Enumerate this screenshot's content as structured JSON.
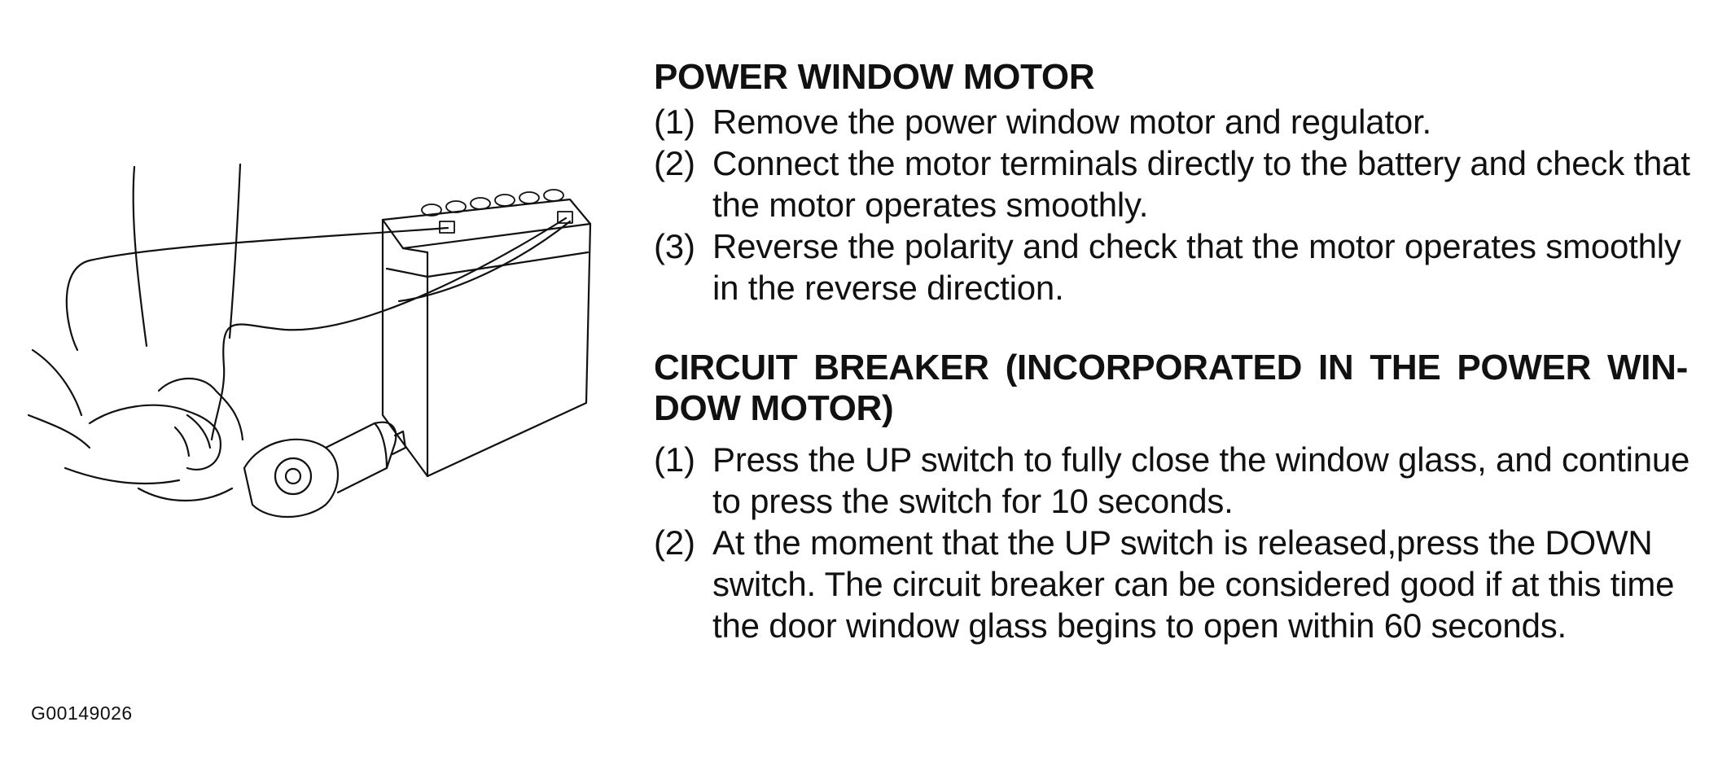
{
  "figure_id": "G00149026",
  "sections": [
    {
      "heading": "POWER WINDOW MOTOR",
      "steps": [
        {
          "num": "(1)",
          "text": "Remove the power window motor and regulator."
        },
        {
          "num": "(2)",
          "text": "Connect the motor terminals directly to the battery and check that the motor operates smoothly."
        },
        {
          "num": "(3)",
          "text": "Reverse the polarity and check that the motor operates smoothly in the reverse direction."
        }
      ]
    },
    {
      "heading": "CIRCUIT BREAKER (INCORPORATED IN THE POWER WIN- DOW MOTOR)",
      "steps": [
        {
          "num": "(1)",
          "text": "Press the UP switch to fully close the window glass, and continue to press the switch for 10 seconds."
        },
        {
          "num": "(2)",
          "text": "At the moment that the UP switch is released,press the DOWN switch.  The circuit breaker can be considered good if at this time the door window glass begins to open within 60 seconds."
        }
      ]
    }
  ]
}
